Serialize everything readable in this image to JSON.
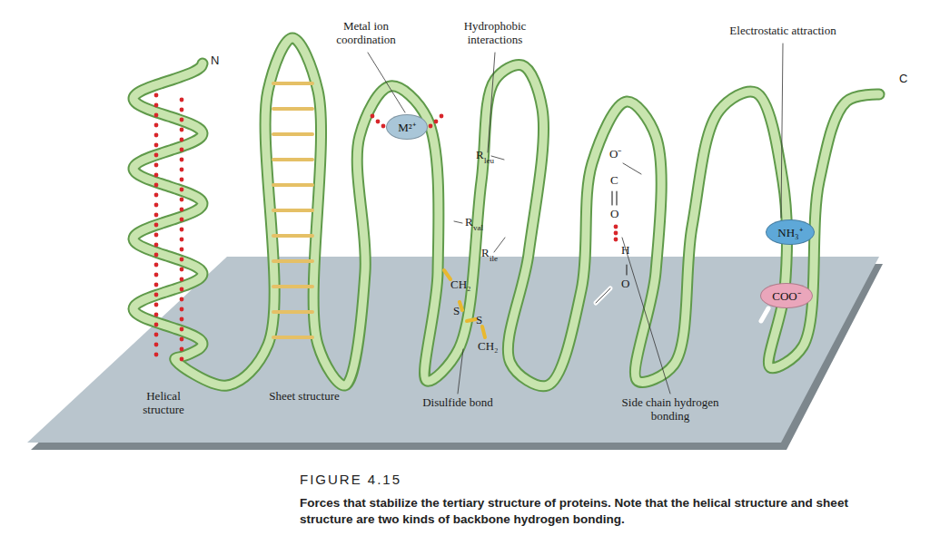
{
  "diagram": {
    "title": "FIGURE 4.15",
    "caption": "Forces that stabilize the tertiary structure of proteins. Note that the helical structure and sheet structure are two kinds of backbone hydrogen bonding.",
    "nodes": [
      {
        "text": [
          "M²⁺"
        ]
      },
      {
        "text": [
          "NH₃⁺"
        ]
      },
      {
        "text": [
          "COO⁻"
        ]
      }
    ],
    "labels": [
      "N",
      "Metal ion coordination",
      "Hydrophobic interactions",
      "Electrostatic attraction",
      "C",
      "R",
      "leu",
      "R",
      "val",
      "R",
      "ile",
      "O⁻",
      "C",
      "O",
      "H",
      "O",
      "CH₂",
      "S",
      "S",
      "CH₂",
      "Helical structure",
      "Sheet structure",
      "Disulfide bond",
      "Side chain hydrogen bonding"
    ]
  }
}
